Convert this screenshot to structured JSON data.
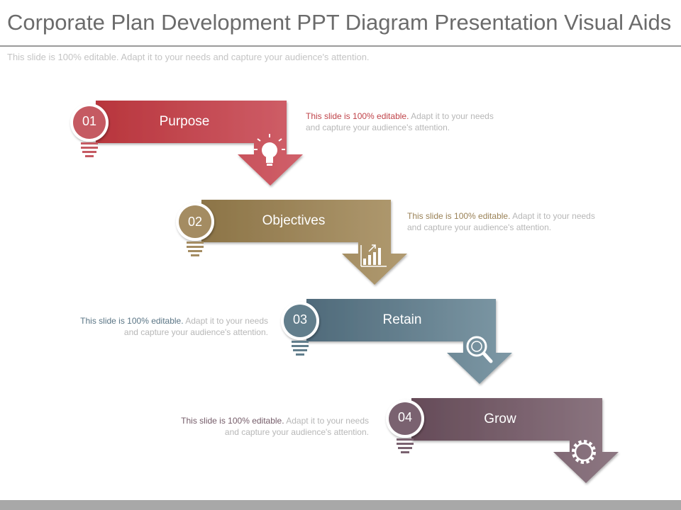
{
  "title": "Corporate Plan Development PPT Diagram Presentation Visual Aids",
  "subtitle": "This slide is 100% editable. Adapt it to your needs and capture your audience's attention.",
  "steps": [
    {
      "number": "01",
      "label": "Purpose",
      "icon": "lightbulb-icon",
      "color": "#c0444a",
      "desc_lead": "This slide is 100% editable.",
      "desc_line1_rest": " Adapt it to your needs",
      "desc_line2": "and capture your audience's attention."
    },
    {
      "number": "02",
      "label": "Objectives",
      "icon": "bar-chart-icon",
      "color": "#9a8257",
      "desc_lead": "This slide is 100% editable.",
      "desc_line1_rest": " Adapt it to your needs",
      "desc_line2": "and capture your audience's attention."
    },
    {
      "number": "03",
      "label": "Retain",
      "icon": "magnifier-icon",
      "color": "#5a7585",
      "desc_lead": "This slide is 100% editable.",
      "desc_line1_rest": " Adapt it to your needs",
      "desc_line2": "and capture your audience's attention."
    },
    {
      "number": "04",
      "label": "Grow",
      "icon": "gear-icon",
      "color": "#755c69",
      "desc_lead": "This slide is 100% editable.",
      "desc_line1_rest": " Adapt it to your needs",
      "desc_line2": "and capture your audience's attention."
    }
  ]
}
